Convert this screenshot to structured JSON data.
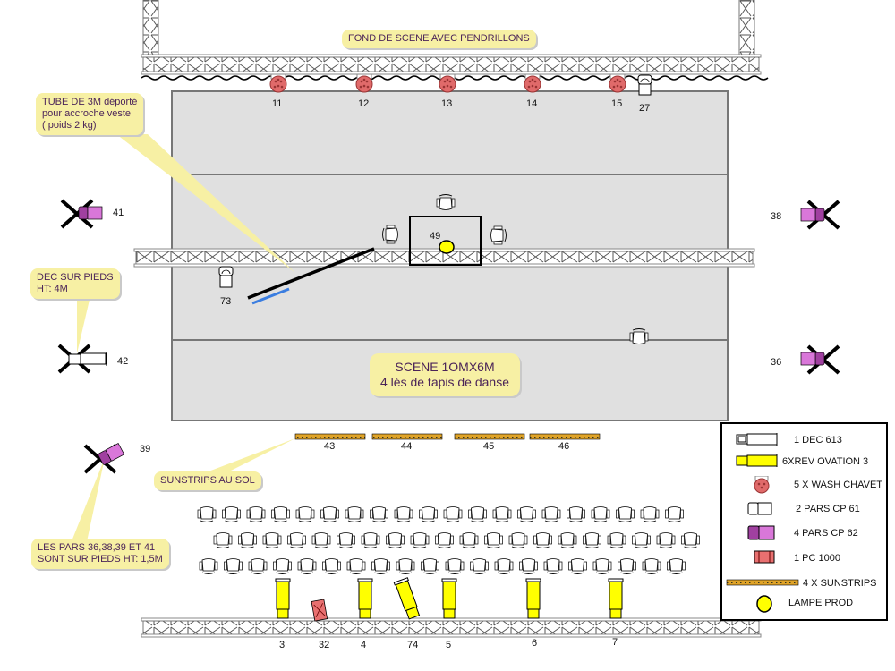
{
  "notes": {
    "backdrop": "FOND DE SCENE AVEC PENDRILLONS",
    "tube": "TUBE DE 3M déporté\npour accroche veste\n( poids 2 kg)",
    "dec": "DEC SUR PIEDS\nHT: 4M",
    "scene": "SCENE 1OMX6M\n4 lés de tapis de danse",
    "sunstrips": "SUNSTRIPS AU SOL",
    "pars": "LES PARS 36,38,39 ET 41\nSONT SUR PIEDS HT: 1,5M"
  },
  "fixtures": {
    "wash": [
      "11",
      "12",
      "13",
      "14",
      "15"
    ],
    "pc61_top": "27",
    "pc61_stage": "73",
    "lampe_prod": "49",
    "par62_left_top": "41",
    "dec_left": "42",
    "par62_left_bottom": "39",
    "par62_right_top": "38",
    "par62_right_bottom": "36",
    "sunstrips": [
      "43",
      "44",
      "45",
      "46"
    ],
    "front_ovation": [
      "3",
      "4",
      "74",
      "5",
      "6",
      "7"
    ],
    "pc1000": "32"
  },
  "legend": [
    {
      "icon": "dec-613-icon",
      "label": "1 DEC 613"
    },
    {
      "icon": "rev-ovation-icon",
      "label": "6XREV OVATION 3"
    },
    {
      "icon": "wash-chavet-icon",
      "label": "5 X WASH CHAVET"
    },
    {
      "icon": "par-cp61-icon",
      "label": "2 PARS CP 61"
    },
    {
      "icon": "par-cp62-icon",
      "label": "4 PARS CP 62"
    },
    {
      "icon": "pc-1000-icon",
      "label": "1 PC 1000"
    },
    {
      "icon": "sunstrip-icon",
      "label": "4 X SUNSTRIPS"
    },
    {
      "icon": "lampe-prod-icon",
      "label": "LAMPE PROD"
    }
  ],
  "colors": {
    "stage": "#e0e0e0",
    "note_bg": "#f7f0a4",
    "note_text": "#4b2458",
    "wash": "#e06a6a",
    "par62": "#d977d9",
    "ovation": "#ffff00",
    "sunstrip": "#d9a020",
    "pc1000": "#e87070",
    "tube_blue": "#3a7de0"
  }
}
